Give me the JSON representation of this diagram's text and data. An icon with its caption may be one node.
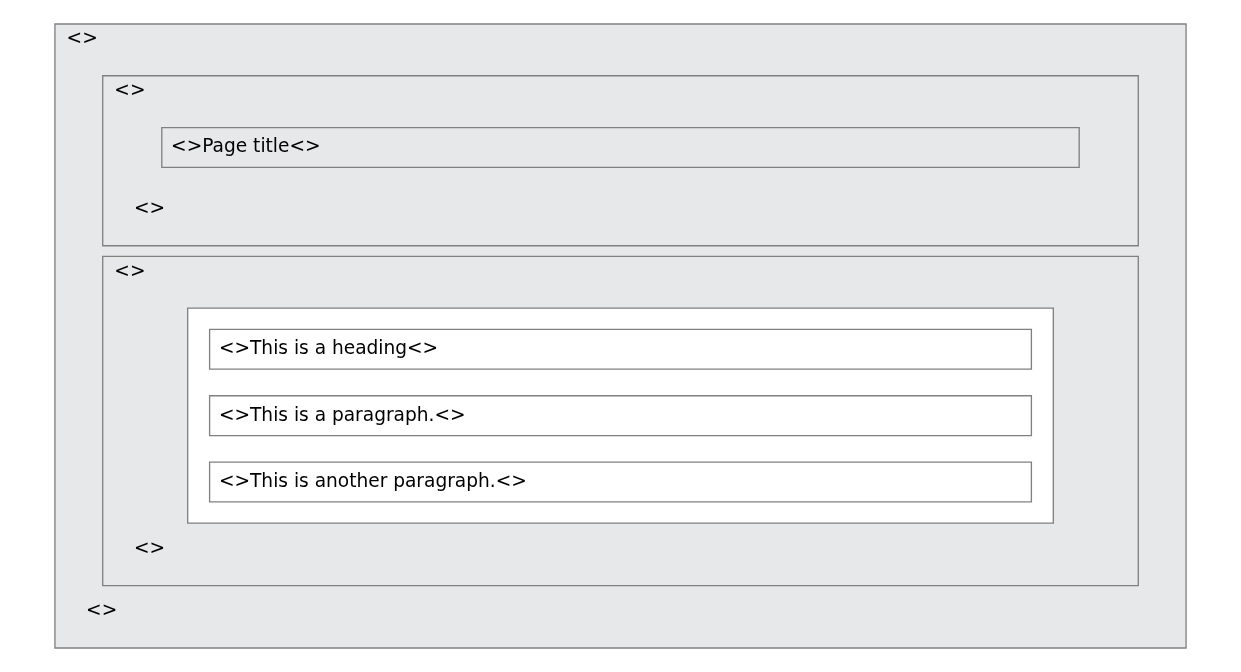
{
  "diagram": {
    "nodes": [
      {
        "text": [
          "<>",
          "<>"
        ]
      },
      {
        "text": [
          "<>",
          "<>"
        ],
        "in": 0
      },
      {
        "text": [
          "<>Page title<>"
        ],
        "in": 1
      },
      {
        "text": [
          "<>",
          "<>"
        ],
        "in": 0
      },
      {
        "text": [],
        "shape": "box",
        "in": 3
      },
      {
        "text": [
          "<>This is a heading<>"
        ],
        "in": 4
      },
      {
        "text": [
          "<>This is a paragraph.<>"
        ],
        "in": 4
      },
      {
        "text": [
          "<>This is another paragraph.<>"
        ],
        "in": 4
      }
    ]
  }
}
